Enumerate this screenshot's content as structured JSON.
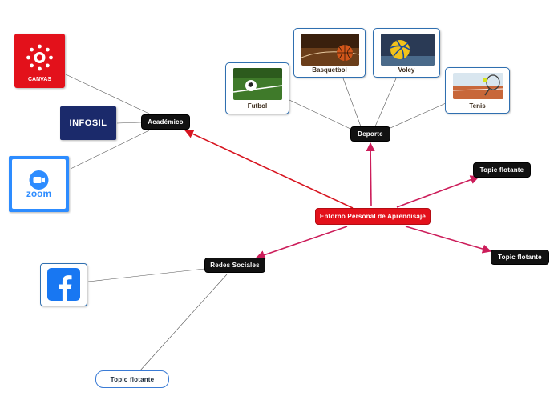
{
  "diagram": {
    "central": "Entorno Personal de Aprendisaje",
    "branches": {
      "academico": "Académico",
      "deporte": "Deporte",
      "redes": "Redes Sociales",
      "topic_right_1": "Topic flotante",
      "topic_right_2": "Topic flotante",
      "topic_bottom": "Topic flotante"
    },
    "academico_children": {
      "canvas": "CANVAS",
      "infosil": "INFOSIL",
      "zoom": "zoom"
    },
    "deporte_children": {
      "futbol": "Futbol",
      "basquetbol": "Basquetbol",
      "voley": "Voley",
      "tenis": "Tenis"
    },
    "redes_children": {
      "facebook_icon": "facebook-icon"
    }
  },
  "colors": {
    "central": "#e3111b",
    "main_connector": "#cc1d5a",
    "academic_connector": "#d7141f",
    "dark_node": "#111111",
    "card_border": "#2f6fb0",
    "canvas_red": "#e3111b",
    "infosil_navy": "#1b2a6b",
    "zoom_blue": "#2d8cff",
    "facebook_blue": "#1877f2"
  }
}
